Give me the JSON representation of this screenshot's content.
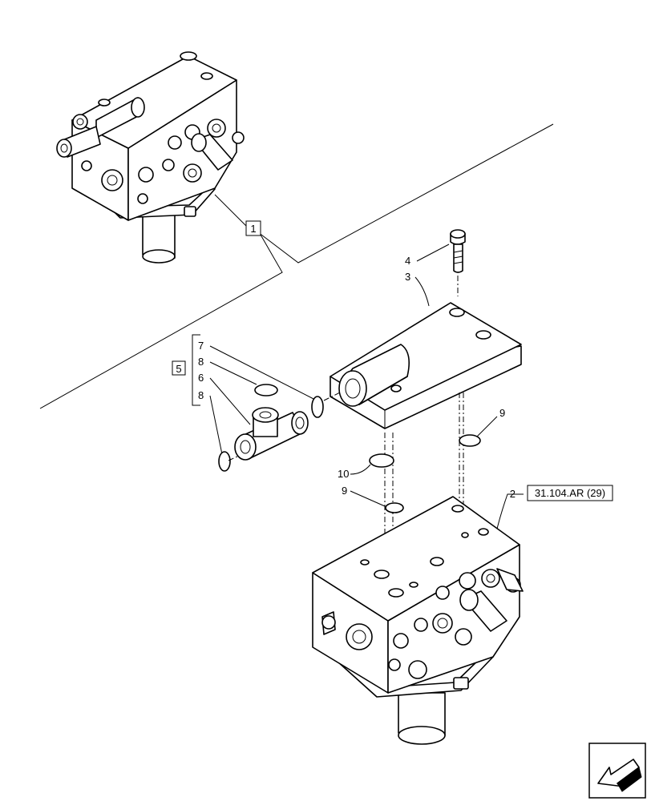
{
  "callouts": {
    "c1": "1",
    "c2": "2",
    "c3": "3",
    "c4": "4",
    "c5": "5",
    "c6": "6",
    "c7": "7",
    "c8a": "8",
    "c8b": "8",
    "c9a": "9",
    "c9b": "9",
    "c10": "10"
  },
  "reference": {
    "label": "31.104.AR (29)"
  },
  "icons": {
    "navigation": "back-arrow-icon"
  }
}
